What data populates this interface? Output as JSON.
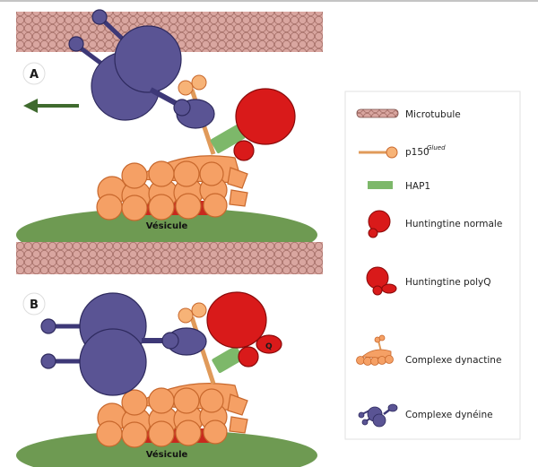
{
  "panels": {
    "a": {
      "label": "A",
      "vesicle": "Vésicule"
    },
    "b": {
      "label": "B",
      "vesicle": "Vésicule",
      "polyq_mark": "Q"
    }
  },
  "legend": {
    "items": [
      {
        "id": "microtubule",
        "label": "Microtubule",
        "icon": "microtubule-icon"
      },
      {
        "id": "p150",
        "label": "p150",
        "sup": "Glued",
        "icon": "p150-icon"
      },
      {
        "id": "hap1",
        "label": "HAP1",
        "icon": "hap1-icon"
      },
      {
        "id": "htt-normal",
        "label": "Huntingtine normale",
        "icon": "huntingtin-normal-icon"
      },
      {
        "id": "htt-polyq",
        "label": "Huntingtine polyQ",
        "icon": "huntingtin-polyq-icon"
      },
      {
        "id": "dynactin",
        "label": "Complexe dynactine",
        "icon": "dynactin-icon"
      },
      {
        "id": "dynein",
        "label": "Complexe dynéine",
        "icon": "dynein-icon"
      }
    ]
  },
  "colors": {
    "microtubule": "#d9a6a0",
    "microtubule_edge": "#a9736c",
    "dynein": "#5a5494",
    "dynein_edge": "#2e2a5e",
    "dynactin": "#f5a065",
    "dynactin_edge": "#c8682d",
    "p150": "#f7b377",
    "hap1": "#7db86a",
    "huntingtin": "#d91a1a",
    "huntingtin_edge": "#8a0a0a",
    "vesicle": "#6e9a52",
    "arrow": "#3f6a2e"
  }
}
